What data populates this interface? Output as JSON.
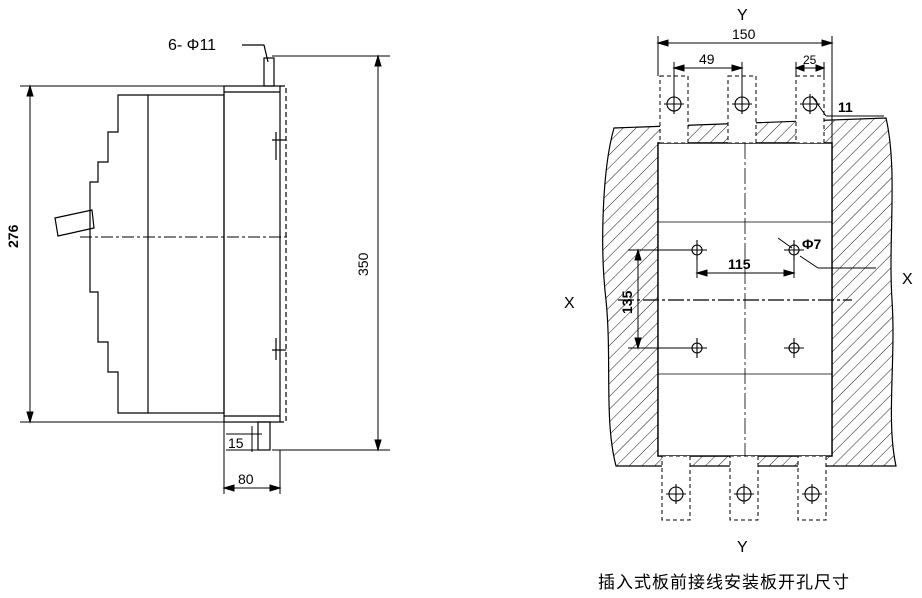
{
  "side_view": {
    "hole_spec": "6- Φ11",
    "dim_height": "276",
    "dim_total_height": "350",
    "dim_bottom_offset": "15",
    "dim_depth": "80"
  },
  "panel_cutout": {
    "axis_top": "Y",
    "axis_bottom": "Y",
    "axis_left": "X",
    "axis_right": "X",
    "dim_total_width": "150",
    "dim_pitch": "49",
    "dim_edge": "25",
    "dim_slot": "11",
    "dim_hole": "Φ7",
    "dim_hole_spacing_h": "115",
    "dim_hole_spacing_v": "135"
  },
  "caption": "插入式板前接线安装板开孔尺寸"
}
